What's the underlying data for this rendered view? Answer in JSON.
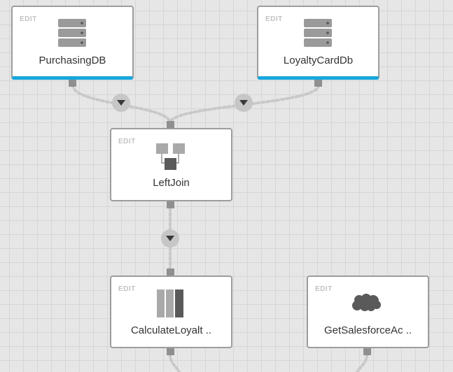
{
  "nodes": {
    "purchasing_db": {
      "edit": "EDIT",
      "label": "PurchasingDB",
      "icon": "database-icon"
    },
    "loyalty_card_db": {
      "edit": "EDIT",
      "label": "LoyaltyCardDb",
      "icon": "database-icon"
    },
    "left_join": {
      "edit": "EDIT",
      "label": "LeftJoin",
      "icon": "join-icon"
    },
    "calculate_loyalty": {
      "edit": "EDIT",
      "label": "CalculateLoyalt ..",
      "icon": "columns-icon"
    },
    "get_salesforce": {
      "edit": "EDIT",
      "label": "GetSalesforceAc ..",
      "icon": "salesforce-cloud-icon"
    }
  },
  "colors": {
    "source_accent": "#1aa6dd",
    "node_border": "#9d9d9d",
    "connector": "#c8c8c8",
    "port": "#8f8f8f"
  }
}
